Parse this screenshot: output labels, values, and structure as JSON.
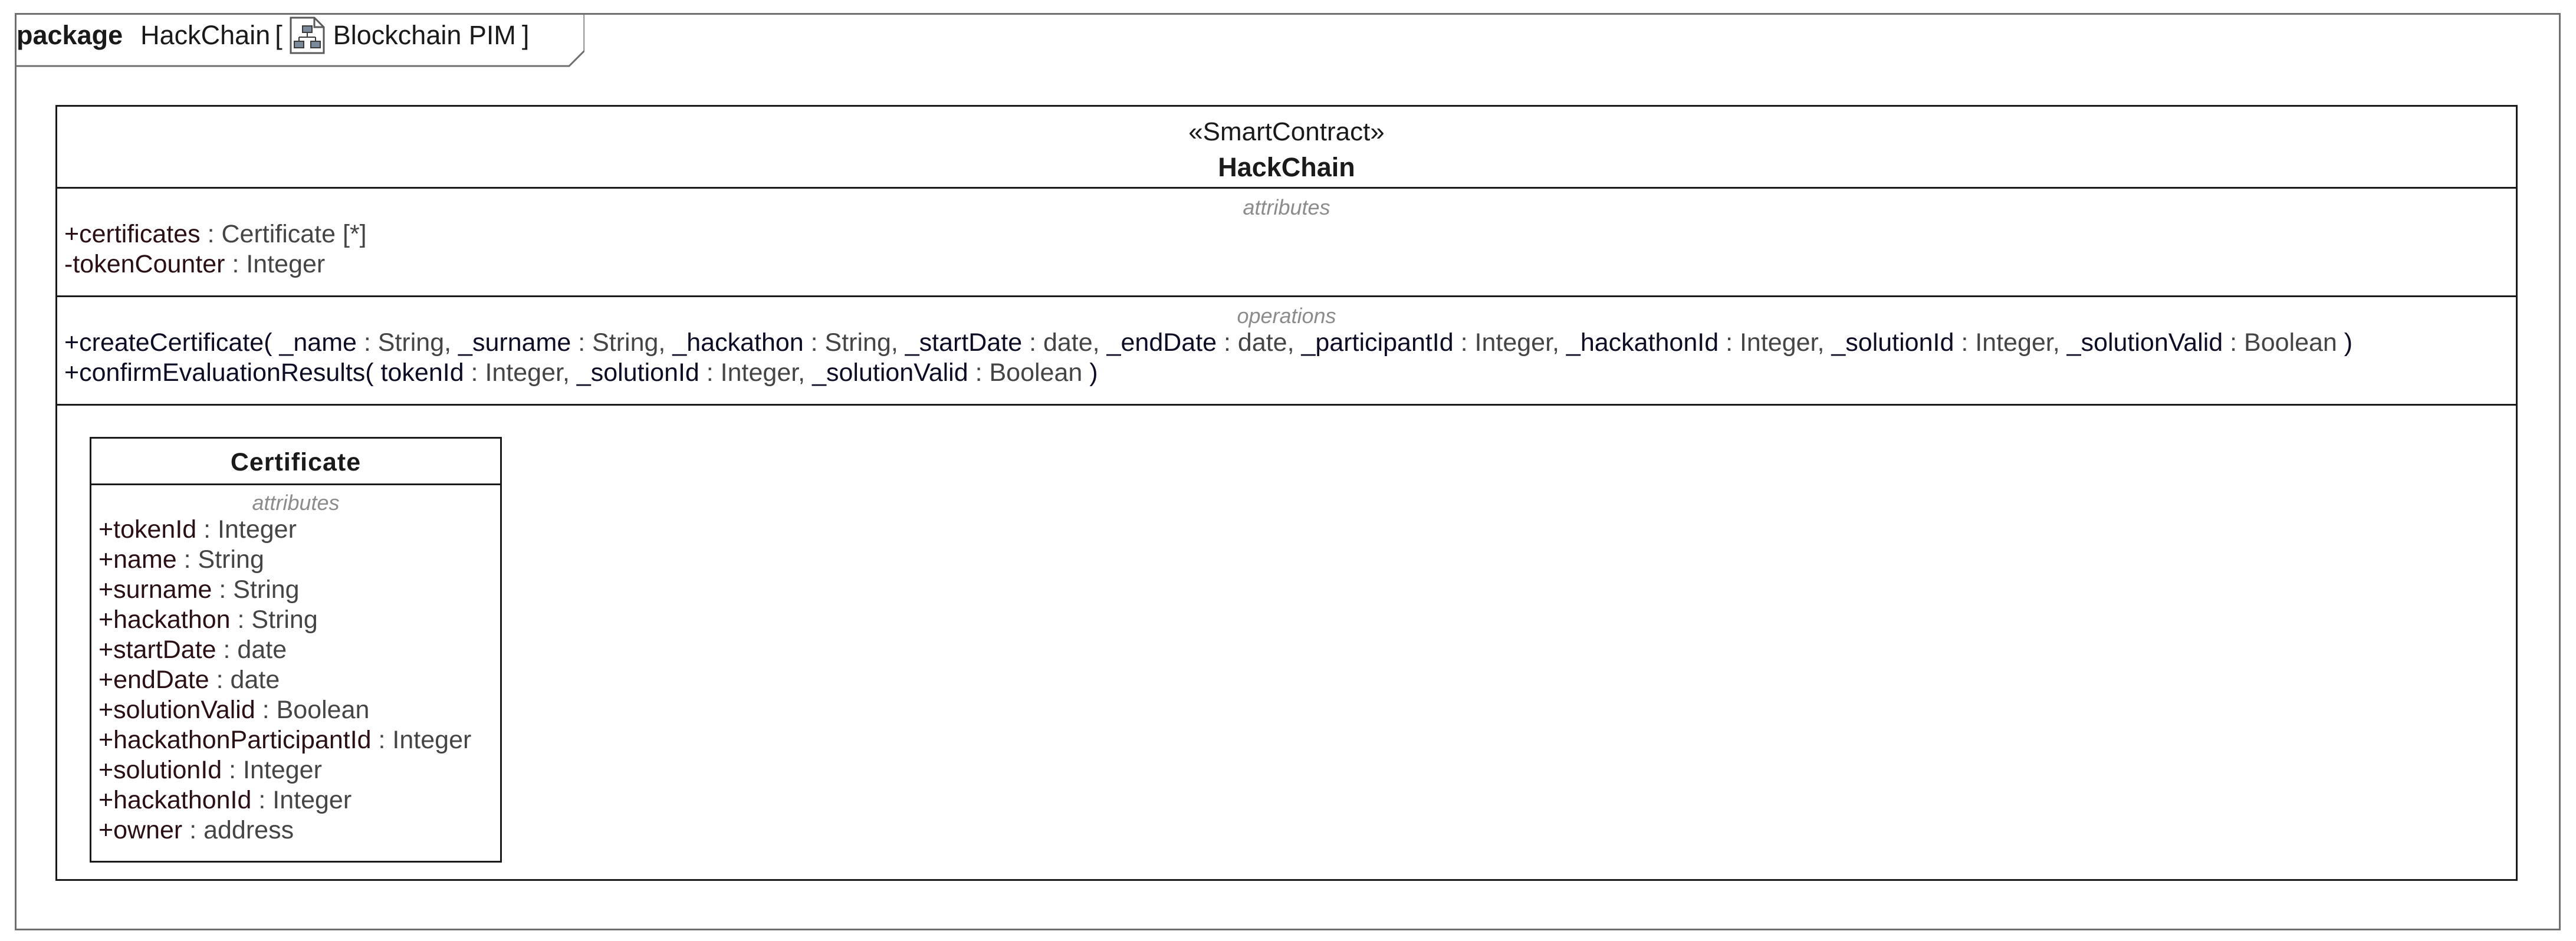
{
  "package": {
    "keyword": "package",
    "name": "HackChain",
    "bracket_open": "[",
    "diagram_name": "Blockchain PIM",
    "bracket_close": "]",
    "icon": "class-diagram-icon"
  },
  "hackchain": {
    "stereotype": "«SmartContract»",
    "name": "HackChain",
    "attributes_title": "attributes",
    "attributes": [
      {
        "vis": "+",
        "name": "certificates",
        "type": " : Certificate [*]"
      },
      {
        "vis": "-",
        "name": "tokenCounter",
        "type": " : Integer"
      }
    ],
    "operations_title": "operations",
    "operations": [
      {
        "vis": "+",
        "name": "createCertificate(",
        "params": [
          {
            "name": " _name",
            "type": " : String,"
          },
          {
            "name": " _surname",
            "type": " : String,"
          },
          {
            "name": " _hackathon",
            "type": " : String,"
          },
          {
            "name": " _startDate",
            "type": " : date,"
          },
          {
            "name": " _endDate",
            "type": " : date,"
          },
          {
            "name": " _participantId",
            "type": " : Integer,"
          },
          {
            "name": " _hackathonId",
            "type": " : Integer,"
          },
          {
            "name": " _solutionId",
            "type": " : Integer,"
          },
          {
            "name": " _solutionValid",
            "type": " : Boolean"
          }
        ],
        "close": " )"
      },
      {
        "vis": "+",
        "name": "confirmEvaluationResults(",
        "params": [
          {
            "name": " tokenId",
            "type": " : Integer,"
          },
          {
            "name": " _solutionId",
            "type": " : Integer,"
          },
          {
            "name": " _solutionValid",
            "type": " : Boolean"
          }
        ],
        "close": " )"
      }
    ]
  },
  "certificate": {
    "name": "Certificate",
    "attributes_title": "attributes",
    "attributes": [
      {
        "vis": "+",
        "name": "tokenId",
        "type": " : Integer"
      },
      {
        "vis": "+",
        "name": "name",
        "type": " : String"
      },
      {
        "vis": "+",
        "name": "surname",
        "type": " : String"
      },
      {
        "vis": "+",
        "name": "hackathon",
        "type": " : String"
      },
      {
        "vis": "+",
        "name": "startDate",
        "type": " : date"
      },
      {
        "vis": "+",
        "name": "endDate",
        "type": " : date"
      },
      {
        "vis": "+",
        "name": "solutionValid",
        "type": " : Boolean"
      },
      {
        "vis": "+",
        "name": "hackathonParticipantId",
        "type": " : Integer"
      },
      {
        "vis": "+",
        "name": "solutionId",
        "type": " : Integer"
      },
      {
        "vis": "+",
        "name": "hackathonId",
        "type": " : Integer"
      },
      {
        "vis": "+",
        "name": "owner",
        "type": " : address"
      }
    ]
  }
}
